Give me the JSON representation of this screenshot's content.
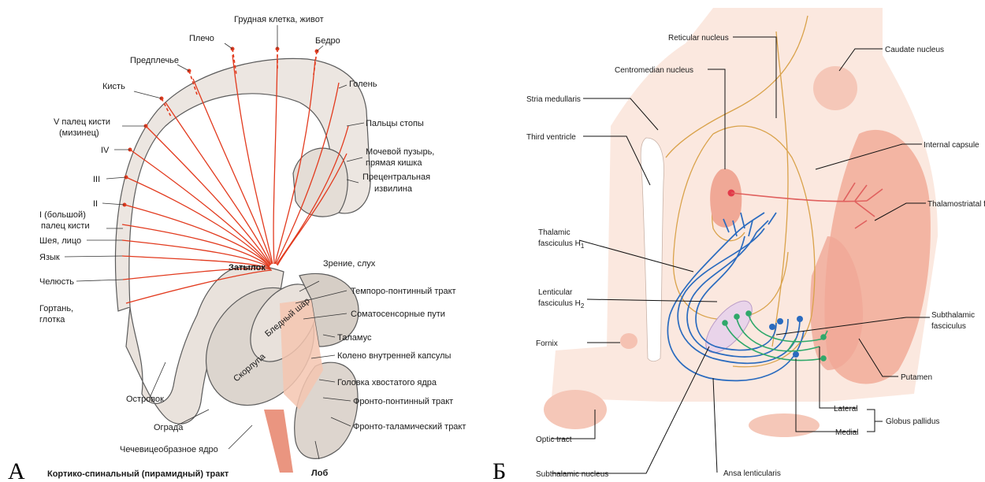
{
  "panel_a": {
    "letter": "А",
    "labels": {
      "chest": "Грудная клетка, живот",
      "shoulder": "Плечо",
      "thigh": "Бедро",
      "forearm": "Предплечье",
      "shin": "Голень",
      "hand": "Кисть",
      "toes": "Пальцы стопы",
      "fifth_finger_1": "V палец кисти",
      "fifth_finger_2": "(мизинец)",
      "iv": "IV",
      "bladder_1": "Мочевой пузырь,",
      "bladder_2": "прямая кишка",
      "iii": "III",
      "precentral_1": "Прецентральная",
      "precentral_2": "извилина",
      "ii": "II",
      "thumb_1": "I (большой)",
      "thumb_2": "палец кисти",
      "neck": "Шея, лицо",
      "tongue": "Язык",
      "occiput": "Затылок",
      "vision": "Зрение, слух",
      "jaw": "Челюсть",
      "temporo": "Темпоро-понтинный тракт",
      "larynx_1": "Гортань,",
      "larynx_2": "глотка",
      "somato": "Соматосенсорные пути",
      "pallidus": "Бледный шар",
      "thalamus": "Таламус",
      "putamen": "Скорлупа",
      "genu": "Колено внутренней капсулы",
      "insula": "Островок",
      "caudate_head": "Головка хвостатого ядра",
      "fronto_pontine": "Фронто-понтинный тракт",
      "claustrum": "Ограда",
      "fronto_thalamic": "Фронто-таламический тракт",
      "lentiform": "Чечевицеобразное ядро",
      "corticospinal": "Кортико-спинальный (пирамидный) тракт",
      "forehead": "Лоб"
    }
  },
  "panel_b": {
    "letter": "Б",
    "labels": {
      "reticular": "Reticular nucleus",
      "centromedian": "Centromedian nucleus",
      "caudate": "Caudate nucleus",
      "stria": "Stria medullaris",
      "internal_capsule": "Internal capsule",
      "third_ventricle": "Third ventricle",
      "thalamostriatal": "Thalamostriatal fibres",
      "thalamic_fasc_1": "Thalamic",
      "thalamic_fasc_2": "fasciculus H",
      "thalamic_fasc_sub": "1",
      "lenticular_fasc_1": "Lenticular",
      "lenticular_fasc_2": "fasciculus H",
      "lenticular_fasc_sub": "2",
      "subthalamic_fasc_1": "Subthalamic",
      "subthalamic_fasc_2": "fasciculus",
      "fornix": "Fornix",
      "putamen": "Putamen",
      "lateral": "Lateral",
      "globus_pallidus": "Globus pallidus",
      "medial": "Medial",
      "optic_tract": "Optic tract",
      "subthalamic_nucleus": "Subthalamic nucleus",
      "ansa": "Ansa lenticularis"
    }
  },
  "colors": {
    "tract_red": "#e23a1e",
    "tissue_light": "#fbe8df",
    "tissue_mid": "#f6c9b8",
    "tissue_dark": "#f0a896",
    "blue_fibre": "#2a6bbf",
    "green_fibre": "#2fa86a",
    "tan_outline": "#d9a24a",
    "cortex_gray": "#e9e2dc"
  }
}
